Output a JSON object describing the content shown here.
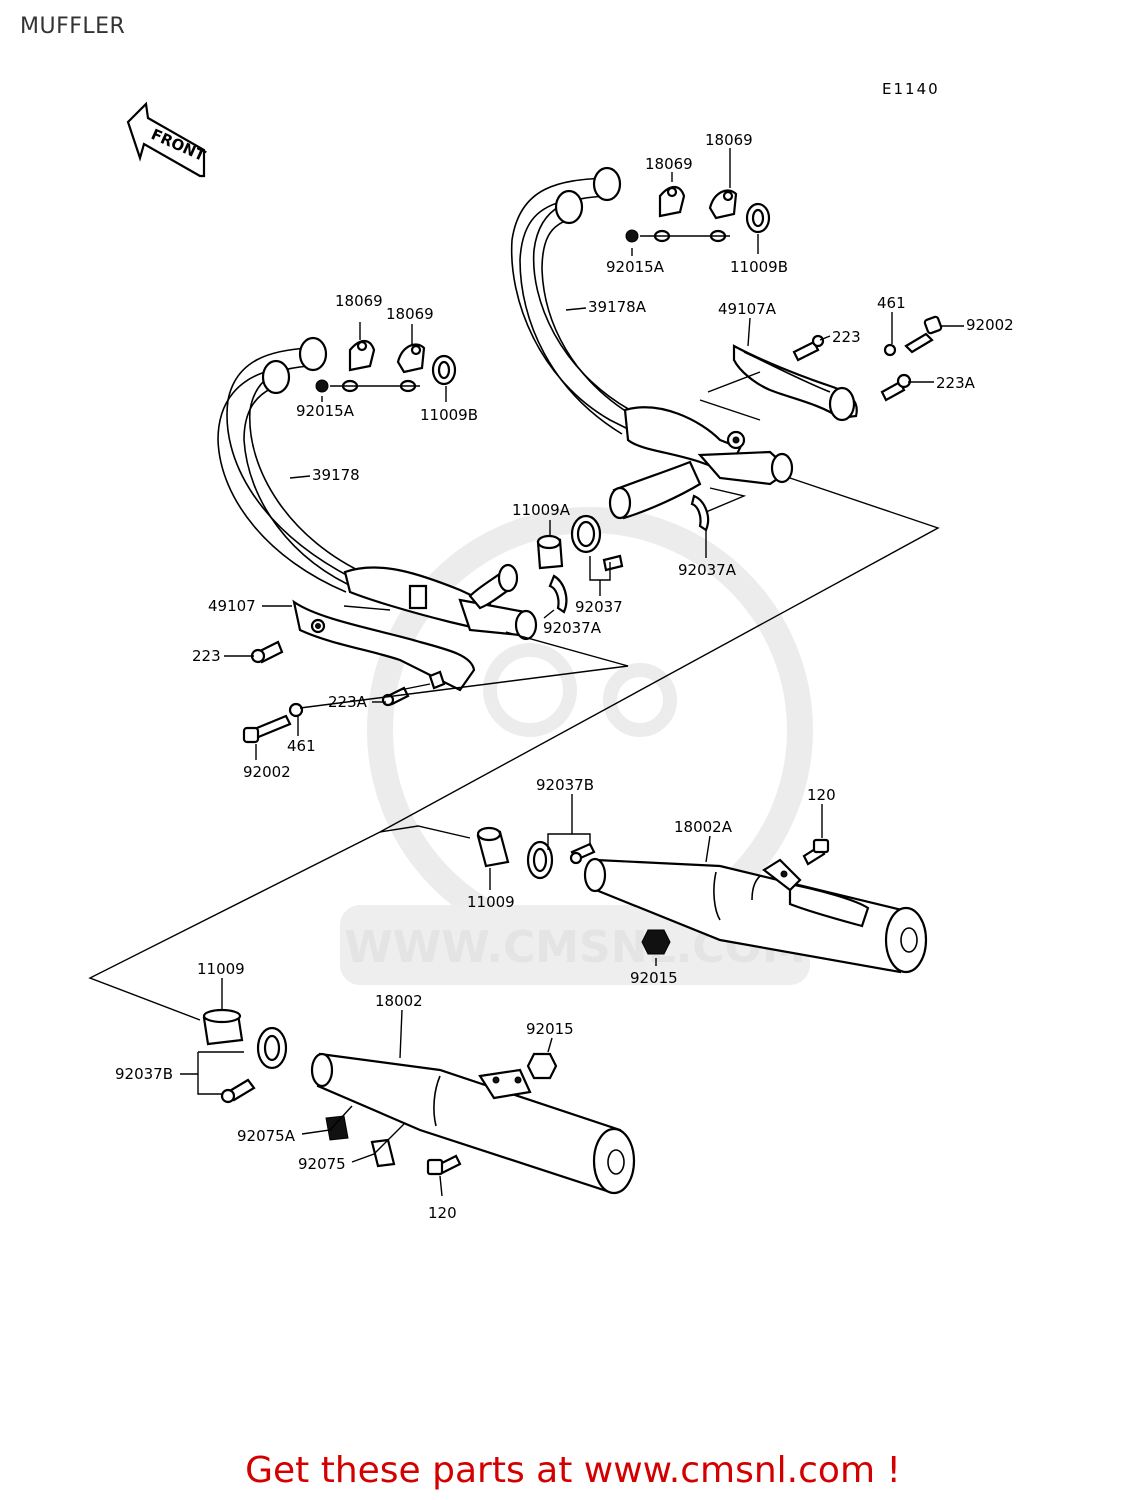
{
  "page": {
    "title": "MUFFLER",
    "diagram_code": "E1140",
    "front_label": "FRONT",
    "watermark": "WWW.CMSNL.COM",
    "promo": "Get these parts at www.cmsnl.com !"
  },
  "colors": {
    "promo": "#d40000",
    "lines": "#000000",
    "watermark": "#e4e4e4"
  },
  "callouts": [
    {
      "id": "c01",
      "label": "18069"
    },
    {
      "id": "c02",
      "label": "18069"
    },
    {
      "id": "c03",
      "label": "92015A"
    },
    {
      "id": "c04",
      "label": "11009B"
    },
    {
      "id": "c05",
      "label": "39178A"
    },
    {
      "id": "c06",
      "label": "49107A"
    },
    {
      "id": "c07",
      "label": "461"
    },
    {
      "id": "c08",
      "label": "92002"
    },
    {
      "id": "c09",
      "label": "223"
    },
    {
      "id": "c10",
      "label": "223A"
    },
    {
      "id": "c11",
      "label": "18069"
    },
    {
      "id": "c12",
      "label": "18069"
    },
    {
      "id": "c13",
      "label": "92015A"
    },
    {
      "id": "c14",
      "label": "11009B"
    },
    {
      "id": "c15",
      "label": "39178"
    },
    {
      "id": "c16",
      "label": "11009A"
    },
    {
      "id": "c17",
      "label": "92037A"
    },
    {
      "id": "c18",
      "label": "92037"
    },
    {
      "id": "c19",
      "label": "92037A"
    },
    {
      "id": "c20",
      "label": "49107"
    },
    {
      "id": "c21",
      "label": "223"
    },
    {
      "id": "c22",
      "label": "223A"
    },
    {
      "id": "c23",
      "label": "461"
    },
    {
      "id": "c24",
      "label": "92002"
    },
    {
      "id": "c25",
      "label": "92037B"
    },
    {
      "id": "c26",
      "label": "120"
    },
    {
      "id": "c27",
      "label": "18002A"
    },
    {
      "id": "c28",
      "label": "11009"
    },
    {
      "id": "c29",
      "label": "92015"
    },
    {
      "id": "c30",
      "label": "11009"
    },
    {
      "id": "c31",
      "label": "18002"
    },
    {
      "id": "c32",
      "label": "92015"
    },
    {
      "id": "c33",
      "label": "92037B"
    },
    {
      "id": "c34",
      "label": "92075A"
    },
    {
      "id": "c35",
      "label": "92075"
    },
    {
      "id": "c36",
      "label": "120"
    }
  ]
}
